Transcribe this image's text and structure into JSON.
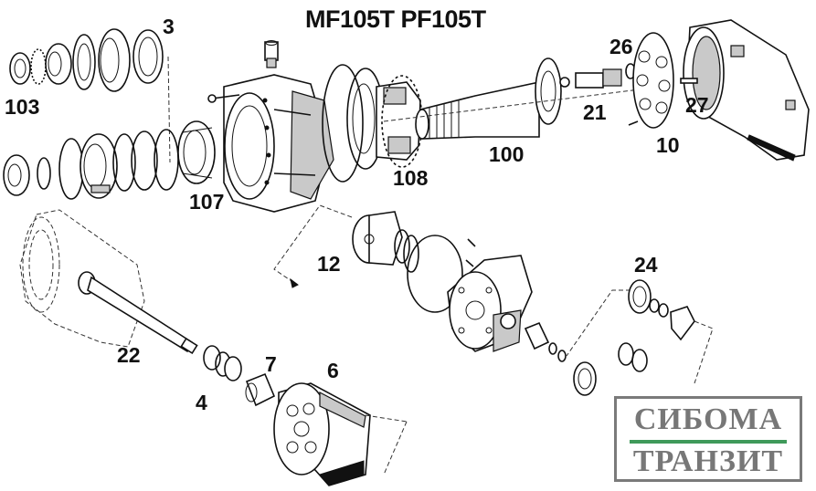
{
  "diagram": {
    "title": "MF105T PF105T",
    "type": "exploded parts diagram",
    "callouts": [
      {
        "id": "c3",
        "label": "3"
      },
      {
        "id": "c103",
        "label": "103"
      },
      {
        "id": "c107",
        "label": "107"
      },
      {
        "id": "c108",
        "label": "108"
      },
      {
        "id": "c100",
        "label": "100"
      },
      {
        "id": "c26",
        "label": "26"
      },
      {
        "id": "c21",
        "label": "21"
      },
      {
        "id": "c27",
        "label": "27"
      },
      {
        "id": "c10",
        "label": "10"
      },
      {
        "id": "c12",
        "label": "12"
      },
      {
        "id": "c24",
        "label": "24"
      },
      {
        "id": "c22",
        "label": "22"
      },
      {
        "id": "c4",
        "label": "4"
      },
      {
        "id": "c7",
        "label": "7"
      },
      {
        "id": "c6",
        "label": "6"
      }
    ]
  },
  "watermark": {
    "line1": "СИБОМА",
    "line2": "ТРАНЗИТ",
    "accent_color": "#3f9a5a",
    "text_color": "#5f5f5f",
    "border_color": "#7a7a7a"
  }
}
